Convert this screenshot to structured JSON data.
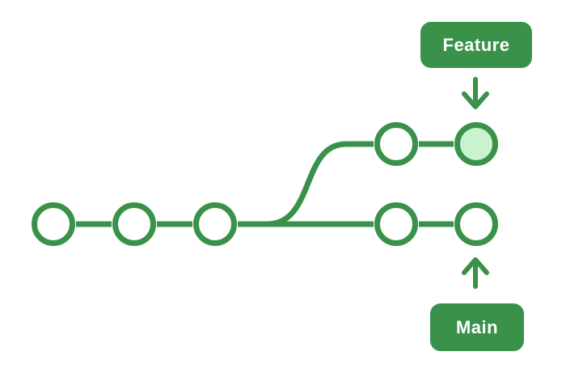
{
  "diagram": {
    "type": "git-branch-diagram",
    "labels": {
      "feature": "Feature",
      "main": "Main"
    },
    "branches": [
      {
        "name": "main",
        "label": "Main",
        "commit_count": 5,
        "head_highlighted": false
      },
      {
        "name": "feature",
        "label": "Feature",
        "commit_count": 2,
        "head_highlighted": true
      }
    ],
    "icons": {
      "feature_pointer": "arrow-down-icon",
      "main_pointer": "arrow-up-icon"
    }
  },
  "colors": {
    "accent_green": "#3a914a",
    "head_fill": "#c9f2d0",
    "node_fill": "#ffffff",
    "label_text": "#ffffff",
    "background": "#ffffff"
  }
}
